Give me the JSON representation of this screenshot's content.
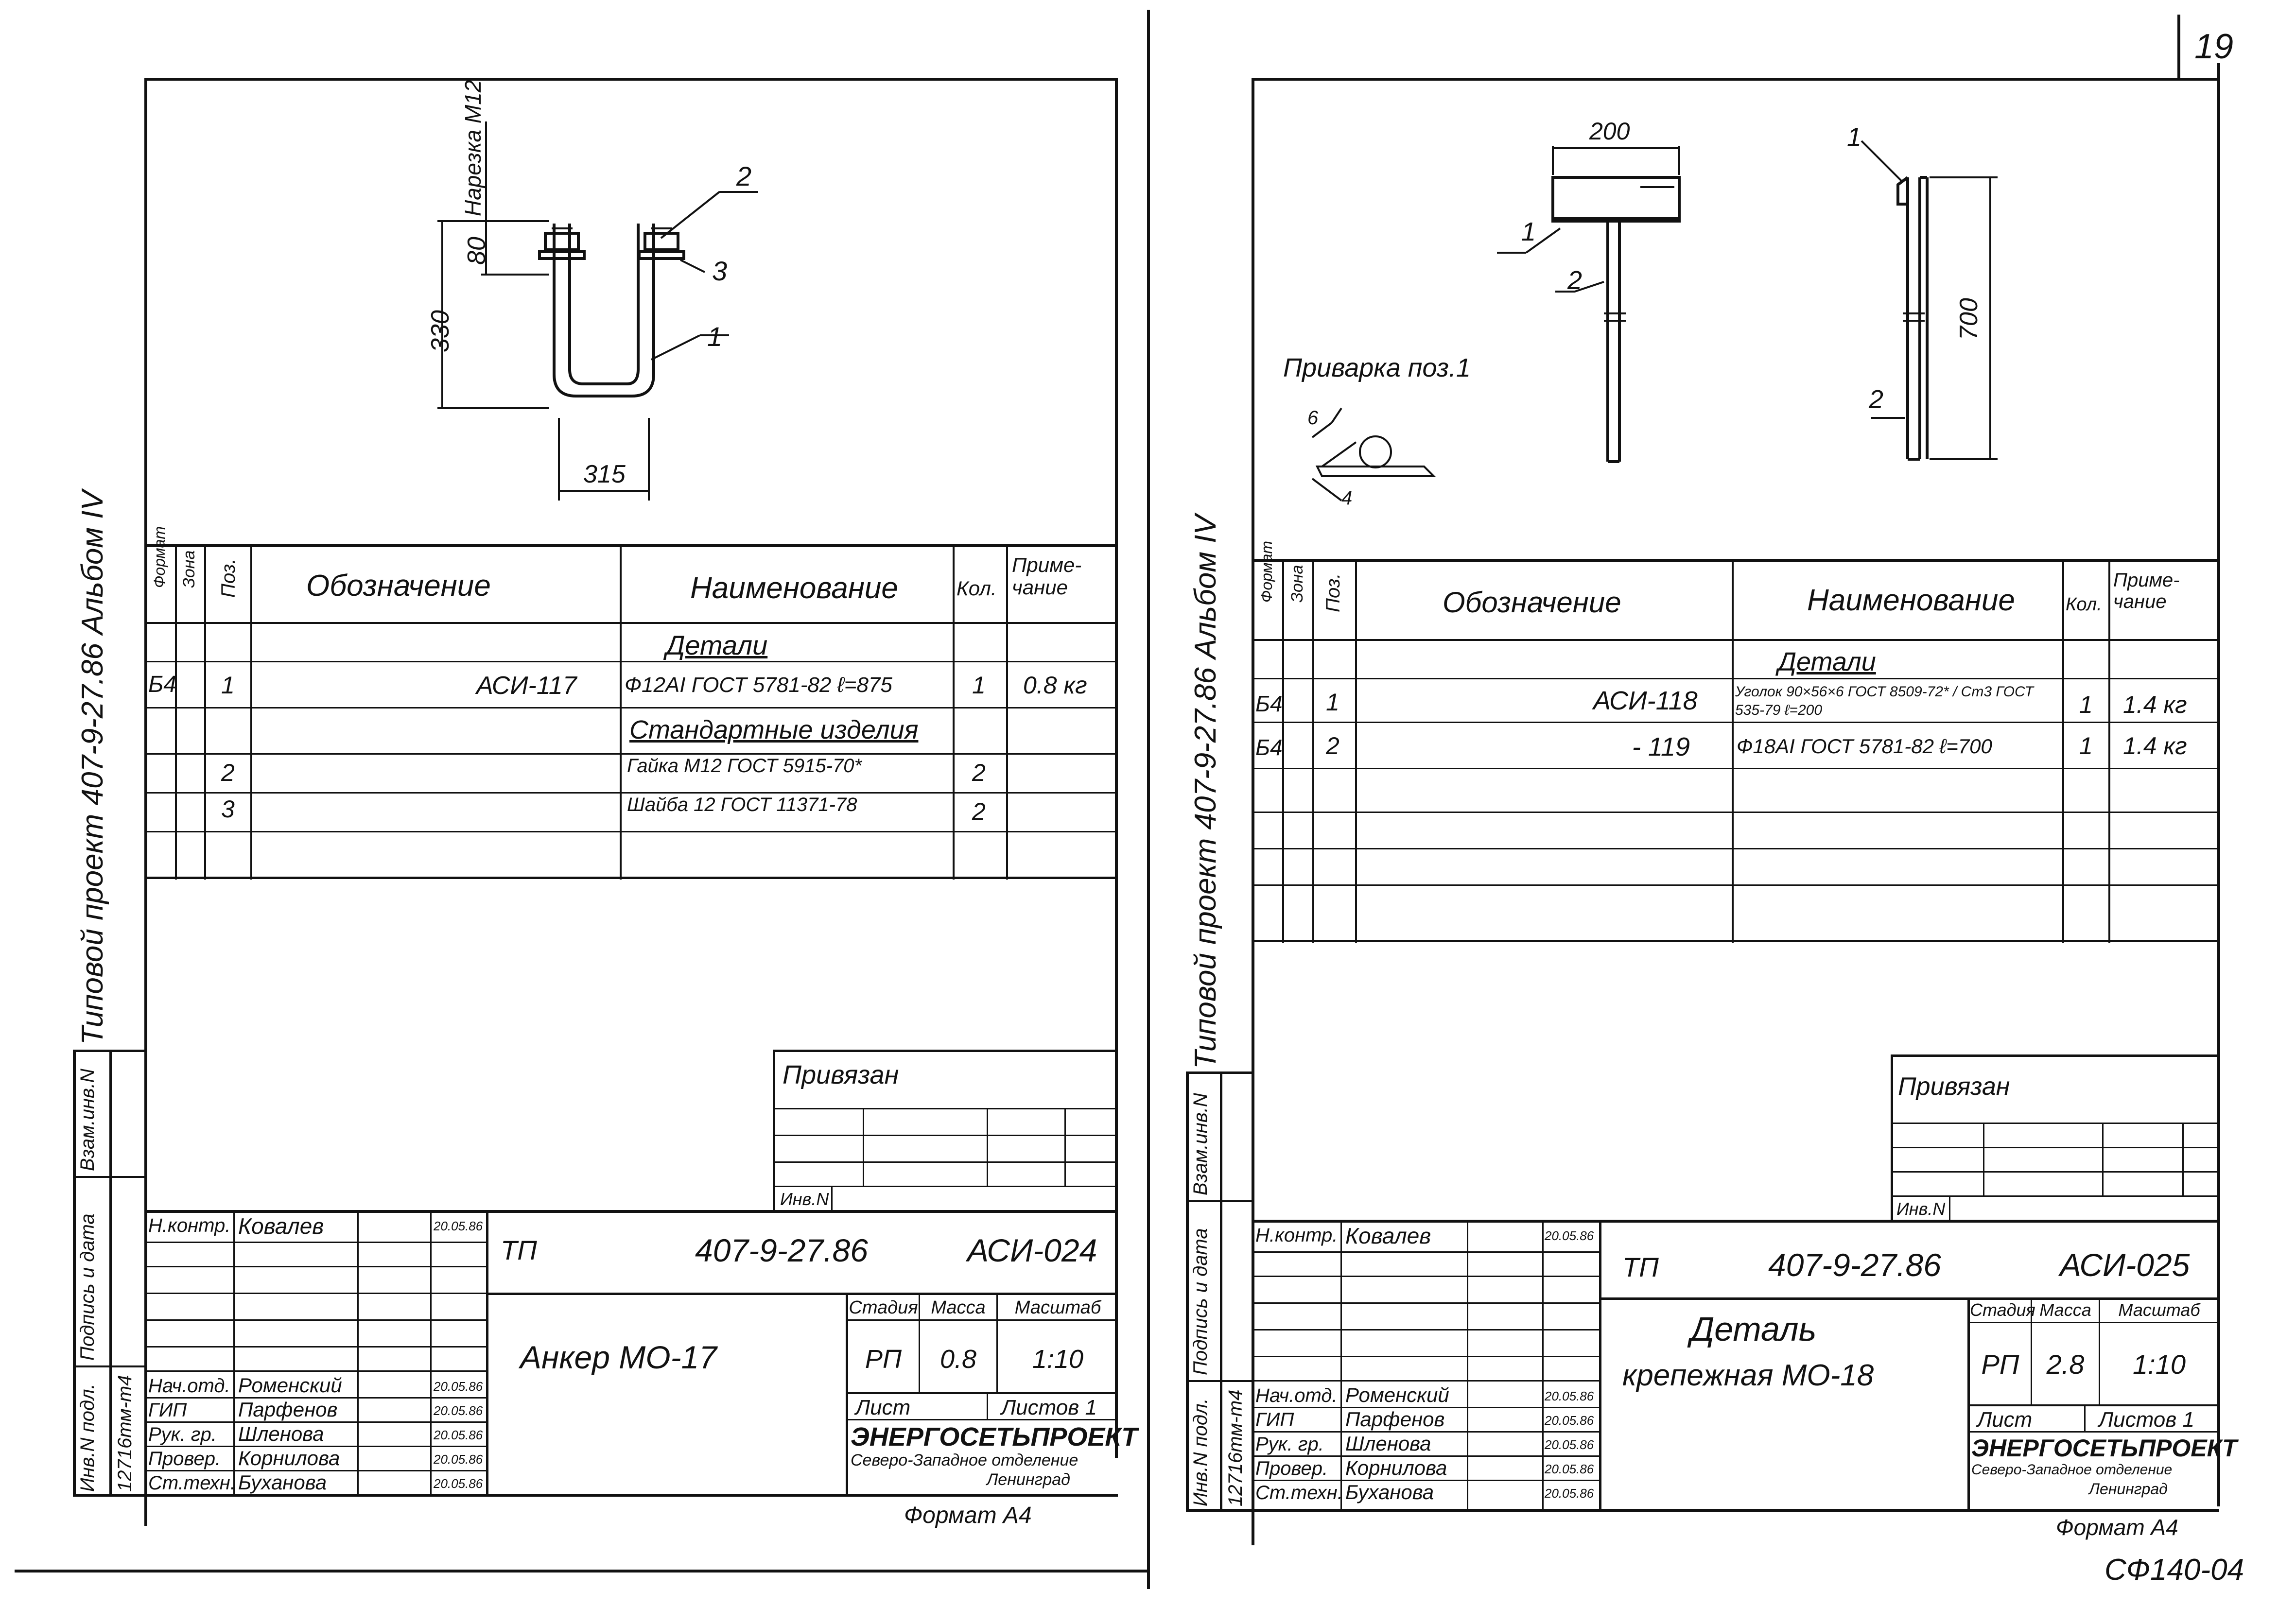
{
  "page_number": "19",
  "footer_code": "СФ140-04",
  "sheets": [
    {
      "side_label": "Типовой проект 407-9-27.86 Альбом IV",
      "side_inv": "Инв.N подл.",
      "side_sign": "Подпись и дата",
      "side_vzam": "Взам.инв.N",
      "side_inv_no": "12716тм-т4",
      "drawing": {
        "thread_label": "Нарезка М12",
        "dim_80": "80",
        "dim_330": "330",
        "dim_315": "315",
        "callouts": [
          "1",
          "2",
          "3"
        ]
      },
      "spec_headers": {
        "format": "Формат",
        "zone": "Зона",
        "pos": "Поз.",
        "designation": "Обозначение",
        "name": "Наименование",
        "qty": "Кол.",
        "note": "Приме-чание"
      },
      "spec_rows": [
        {
          "format": "",
          "pos": "",
          "designation": "",
          "name": "Детали",
          "qty": "",
          "note": ""
        },
        {
          "format": "Б4",
          "pos": "1",
          "designation": "АСИ-117",
          "name": "Ф12АI ГОСТ 5781-82 ℓ=875",
          "qty": "1",
          "note": "0.8 кг"
        },
        {
          "format": "",
          "pos": "",
          "designation": "",
          "name": "Стандартные изделия",
          "qty": "",
          "note": ""
        },
        {
          "format": "",
          "pos": "2",
          "designation": "",
          "name": "Гайка М12 ГОСТ 5915-70*",
          "qty": "2",
          "note": ""
        },
        {
          "format": "",
          "pos": "3",
          "designation": "",
          "name": "Шайба 12 ГОСТ 11371-78",
          "qty": "2",
          "note": ""
        }
      ],
      "privyazan": "Привязан",
      "inv_n": "Инв.N",
      "title_block": {
        "tp": "ТП",
        "project": "407-9-27.86",
        "code": "АСИ-024",
        "title_line1": "Анкер МО-17",
        "title_line2": "",
        "stadia_label": "Стадия",
        "massa_label": "Масса",
        "masshtab_label": "Масштаб",
        "stadia": "РП",
        "massa": "0.8",
        "masshtab": "1:10",
        "list_label": "Лист",
        "listov_label": "Листов 1",
        "org1": "ЭНЕРГОСЕТЬПРОЕКТ",
        "org2": "Северо-Западное отделение",
        "org3": "Ленинград",
        "format": "Формат А4",
        "signers": [
          {
            "role": "Н.контр.",
            "name": "Ковалев",
            "date": "20.05.86"
          },
          {
            "role": "Нач.отд.",
            "name": "Роменский",
            "date": "20.05.86"
          },
          {
            "role": "ГИП",
            "name": "Парфенов",
            "date": "20.05.86"
          },
          {
            "role": "Рук. гр.",
            "name": "Шленова",
            "date": "20.05.86"
          },
          {
            "role": "Провер.",
            "name": "Корнилова",
            "date": "20.05.86"
          },
          {
            "role": "Ст.техн.",
            "name": "Буханова",
            "date": "20.05.86"
          }
        ]
      }
    },
    {
      "side_label": "Типовой проект 407-9-27.86 Альбом IV",
      "side_inv": "Инв.N подл.",
      "side_sign": "Подпись и дата",
      "side_vzam": "Взам.инв.N",
      "side_inv_no": "12716тм-т4",
      "drawing": {
        "dim_200": "200",
        "dim_700": "700",
        "weld_label": "Приварка поз.1",
        "weld_6": "6",
        "weld_4": "4",
        "callouts": [
          "1",
          "2",
          "1",
          "2"
        ]
      },
      "spec_headers": {
        "format": "Формат",
        "zone": "Зона",
        "pos": "Поз.",
        "designation": "Обозначение",
        "name": "Наименование",
        "qty": "Кол.",
        "note": "Приме-чание"
      },
      "spec_rows": [
        {
          "format": "",
          "pos": "",
          "designation": "",
          "name": "Детали",
          "qty": "",
          "note": ""
        },
        {
          "format": "Б4",
          "pos": "1",
          "designation": "АСИ-118",
          "name": "Уголок 90×56×6 ГОСТ 8509-72* / Ст3 ГОСТ 535-79 ℓ=200",
          "qty": "1",
          "note": "1.4 кг"
        },
        {
          "format": "Б4",
          "pos": "2",
          "designation": "- 119",
          "name": "Ф18АI ГОСТ 5781-82 ℓ=700",
          "qty": "1",
          "note": "1.4 кг"
        }
      ],
      "privyazan": "Привязан",
      "inv_n": "Инв.N",
      "title_block": {
        "tp": "ТП",
        "project": "407-9-27.86",
        "code": "АСИ-025",
        "title_line1": "Деталь",
        "title_line2": "крепежная МО-18",
        "stadia_label": "Стадия",
        "massa_label": "Масса",
        "masshtab_label": "Масштаб",
        "stadia": "РП",
        "massa": "2.8",
        "masshtab": "1:10",
        "list_label": "Лист",
        "listov_label": "Листов 1",
        "org1": "ЭНЕРГОСЕТЬПРОЕКТ",
        "org2": "Северо-Западное отделение",
        "org3": "Ленинград",
        "format": "Формат А4",
        "signers": [
          {
            "role": "Н.контр.",
            "name": "Ковалев",
            "date": "20.05.86"
          },
          {
            "role": "Нач.отд.",
            "name": "Роменский",
            "date": "20.05.86"
          },
          {
            "role": "ГИП",
            "name": "Парфенов",
            "date": "20.05.86"
          },
          {
            "role": "Рук. гр.",
            "name": "Шленова",
            "date": "20.05.86"
          },
          {
            "role": "Провер.",
            "name": "Корнилова",
            "date": "20.05.86"
          },
          {
            "role": "Ст.техн.",
            "name": "Буханова",
            "date": "20.05.86"
          }
        ]
      }
    }
  ]
}
